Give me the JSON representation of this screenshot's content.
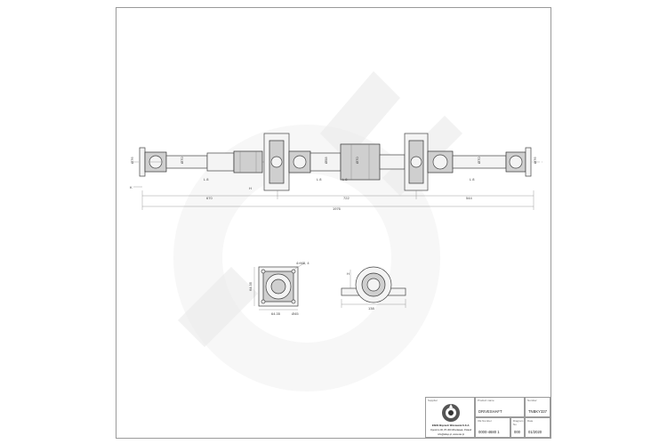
{
  "drawing": {
    "main_view": {
      "labels": {
        "d_left": "Ø76",
        "d_left_inner": "Ø70",
        "d_mid": "Ø58",
        "d_mid2": "Ø70",
        "d_right_inner": "Ø70",
        "d_right": "Ø76",
        "l1": "L 8",
        "l2": "L 8",
        "l3": "L 8",
        "l4": "L 8",
        "marker_k": "K",
        "marker_h": "H",
        "seg_left": "670",
        "seg_mid": "722",
        "seg_right": "544",
        "total": "1976"
      }
    },
    "bearing_front": {
      "bolt": "4×M8, 4",
      "side": "64.35",
      "side_v": "64.35",
      "bore": "Ø45"
    },
    "bearing_side": {
      "marker_h": "H",
      "width": "138"
    }
  },
  "title_block": {
    "company_caption": "Supplier",
    "company_name": "ESEN Wojciech Wiśniewski S.K.A.",
    "company_addr": "Opoczno 06, 87-300 Wincławek, Poland",
    "company_web": "info@sklep.pl, www.skv.pl",
    "product_caption": "Product name",
    "product_name": "DRIVESHAFT",
    "number_caption": "Number",
    "number_value": "TNBKY337",
    "oe_caption": "OE Number",
    "oe_value": "0000-4680 1",
    "qty_caption": "Diagram No",
    "qty_value": "000",
    "date_caption": "Date",
    "date_value": "01/2020"
  },
  "colors": {
    "line": "#555555",
    "watermark": "#e9e9e9",
    "frame": "#9a9a9a"
  }
}
